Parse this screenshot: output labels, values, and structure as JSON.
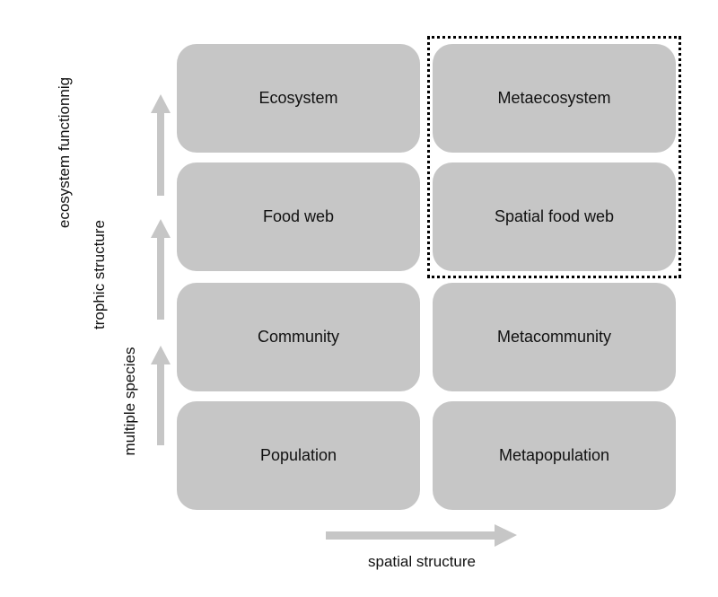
{
  "grid": {
    "ecosystem": "Ecosystem",
    "metaecosystem": "Metaecosystem",
    "food_web": "Food web",
    "spatial_food_web": "Spatial food web",
    "community": "Community",
    "metacommunity": "Metacommunity",
    "population": "Population",
    "metapopulation": "Metapopulation"
  },
  "axes": {
    "ecosystem_functioning": "ecosystem functionnig",
    "trophic_structure": "trophic structure",
    "multiple_species": "multiple species",
    "spatial_structure": "spatial structure"
  },
  "colors": {
    "box_fill": "#c6c6c6",
    "arrow_fill": "#c6c6c6",
    "highlight_border": "#000000"
  }
}
